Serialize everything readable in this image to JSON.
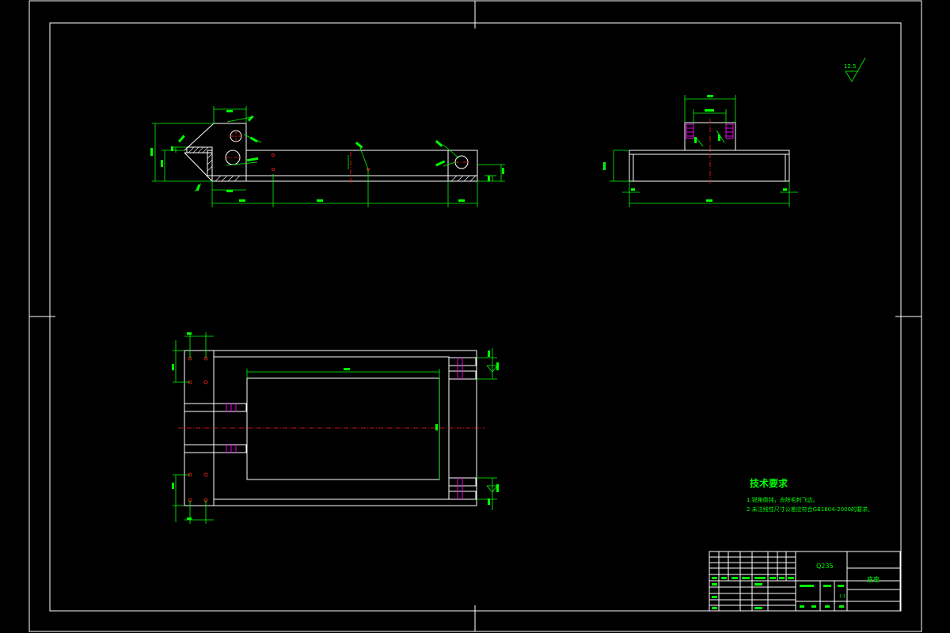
{
  "drawing": {
    "roughness": "12.5",
    "notes": {
      "heading": "技术要求",
      "line1": "1.锐角倒钝，去除毛刺飞边。",
      "line2": "2.未注线性尺寸公差应符合GB1804-2000的要求。"
    },
    "title_block": {
      "material": "Q235",
      "part_name": "底座",
      "scale_label": "1:1"
    },
    "colors": {
      "background": "#000000",
      "outline": "#ffffff",
      "dimension": "#00ff00",
      "centerline": "#ff2020",
      "thread": "#ff00ff"
    }
  }
}
